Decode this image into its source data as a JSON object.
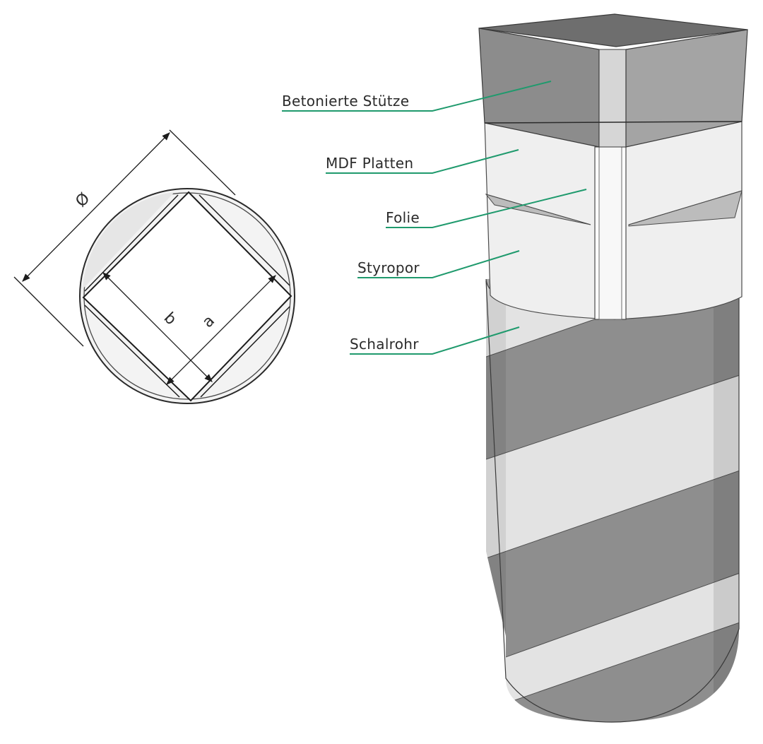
{
  "labels": {
    "betonierte_stuetze": "Betonierte Stütze",
    "mdf_platten": "MDF Platten",
    "folie": "Folie",
    "styropor": "Styropor",
    "schalrohr": "Schalrohr"
  },
  "dimensions": {
    "diameter": "Ø",
    "b": "b",
    "a": "a"
  },
  "colors": {
    "leader_line": "#1f9a6d",
    "concrete": "#8c8c8c",
    "styrofoam": "#efefef",
    "dark_band": "#8e8e8e",
    "light_band": "#e3e3e3"
  }
}
